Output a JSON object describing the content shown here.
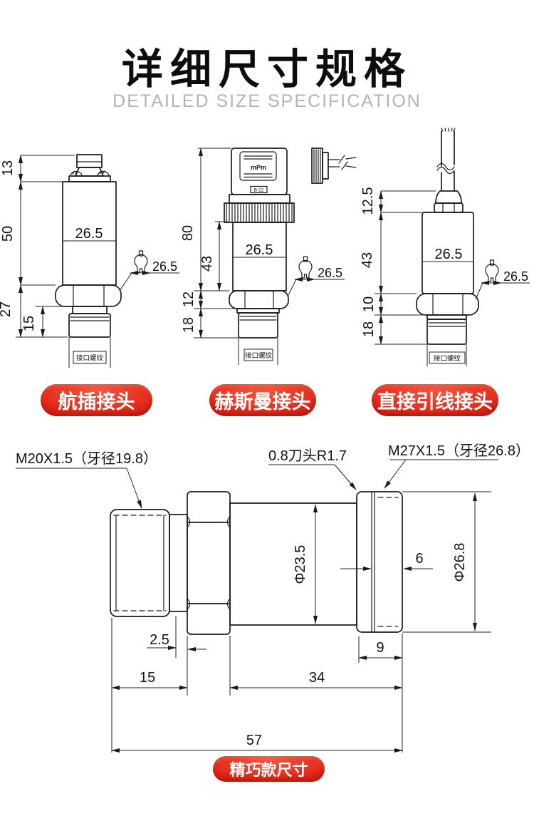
{
  "header": {
    "title": "详细尺寸规格",
    "subtitle": "DETAILED SIZE SPECIFICATION"
  },
  "colors": {
    "accent_red": "#d6190a",
    "line": "#1d1d1d",
    "subtitle_gray": "#b4b4b4"
  },
  "connectors": [
    {
      "label": "航插接头",
      "dims": {
        "plug_height": "13",
        "body_height": "50",
        "lower_height": "27",
        "thread_length": "15",
        "body_width": "26.5",
        "hex_flats": "26.5",
        "thread_label": "接口螺纹"
      }
    },
    {
      "label": "赫斯曼接头",
      "plug_text": "mPm",
      "plug_code": "B-12",
      "dims": {
        "overall_height": "80",
        "body_height": "43",
        "hex_height": "12",
        "thread_length": "18",
        "body_width": "26.5",
        "hex_flats": "26.5",
        "thread_label": "接口螺纹"
      }
    },
    {
      "label": "直接引线接头",
      "dims": {
        "gland_height": "12.5",
        "body_height": "43",
        "hex_height": "10",
        "thread_length": "18",
        "body_width": "26.5",
        "hex_flats": "26.5",
        "thread_label": "接口螺纹"
      }
    }
  ],
  "compact": {
    "label": "精巧款尺寸",
    "callouts": {
      "left_thread": "M20X1.5（牙径19.8）",
      "cutter": "0.8刀头R1.7",
      "right_thread": "M27X1.5（牙径26.8）"
    },
    "dims": {
      "groove": "2.5",
      "front_length": "15",
      "mid_length": "34",
      "cap_length": "9",
      "overall_length": "57",
      "mid_diameter": "Φ23.5",
      "cap_diameter": "Φ26.8",
      "cap_face": "6"
    }
  }
}
